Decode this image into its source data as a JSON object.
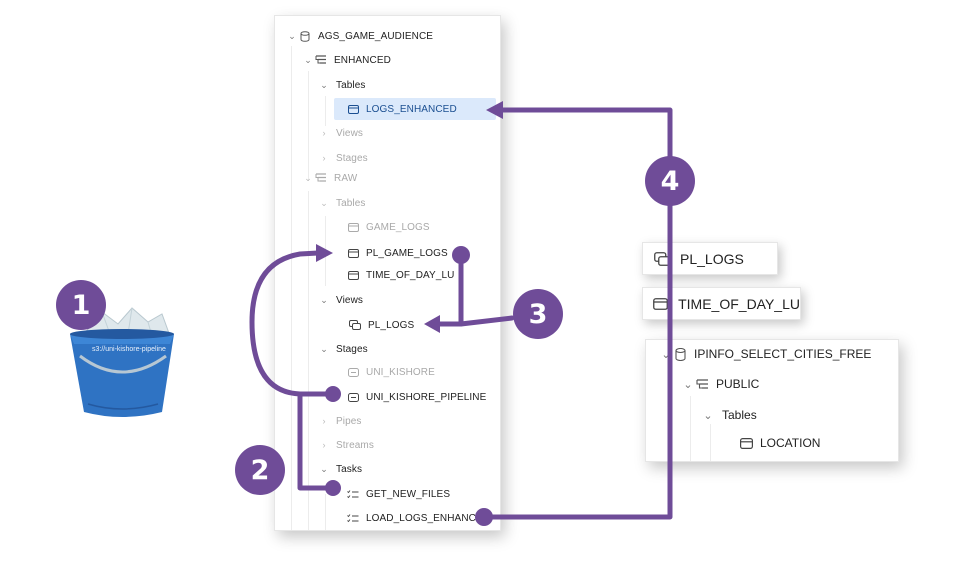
{
  "tree": {
    "database": "AGS_GAME_AUDIENCE",
    "enhanced_schema": "ENHANCED",
    "enhanced_tables_folder": "Tables",
    "logs_enhanced": "LOGS_ENHANCED",
    "enhanced_views_folder": "Views",
    "enhanced_stages_folder": "Stages",
    "raw_schema": "RAW",
    "raw_tables_folder": "Tables",
    "game_logs": "GAME_LOGS",
    "pl_game_logs": "PL_GAME_LOGS",
    "time_of_day_lu": "TIME_OF_DAY_LU",
    "raw_views_folder": "Views",
    "pl_logs": "PL_LOGS",
    "raw_stages_folder": "Stages",
    "uni_kishore": "UNI_KISHORE",
    "uni_kishore_pipeline": "UNI_KISHORE_PIPELINE",
    "pipes_folder": "Pipes",
    "streams_folder": "Streams",
    "tasks_folder": "Tasks",
    "get_new_files": "GET_NEW_FILES",
    "load_logs_enhanced": "LOAD_LOGS_ENHANC..."
  },
  "cards": {
    "pl_logs": "PL_LOGS",
    "time_of_day_lu": "TIME_OF_DAY_LU"
  },
  "share_db": {
    "database": "IPINFO_SELECT_CITIES_FREE",
    "schema": "PUBLIC",
    "tables_folder": "Tables",
    "table": "LOCATION"
  },
  "bucket": {
    "label": "s3://uni-kishore-pipeline"
  },
  "badges": [
    "1",
    "2",
    "3",
    "4"
  ],
  "colors": {
    "accent": "#6f4c98",
    "selected_bg": "#dbe9fb",
    "selected_text": "#1b4f91",
    "bucket_blue": "#2f73c3"
  }
}
